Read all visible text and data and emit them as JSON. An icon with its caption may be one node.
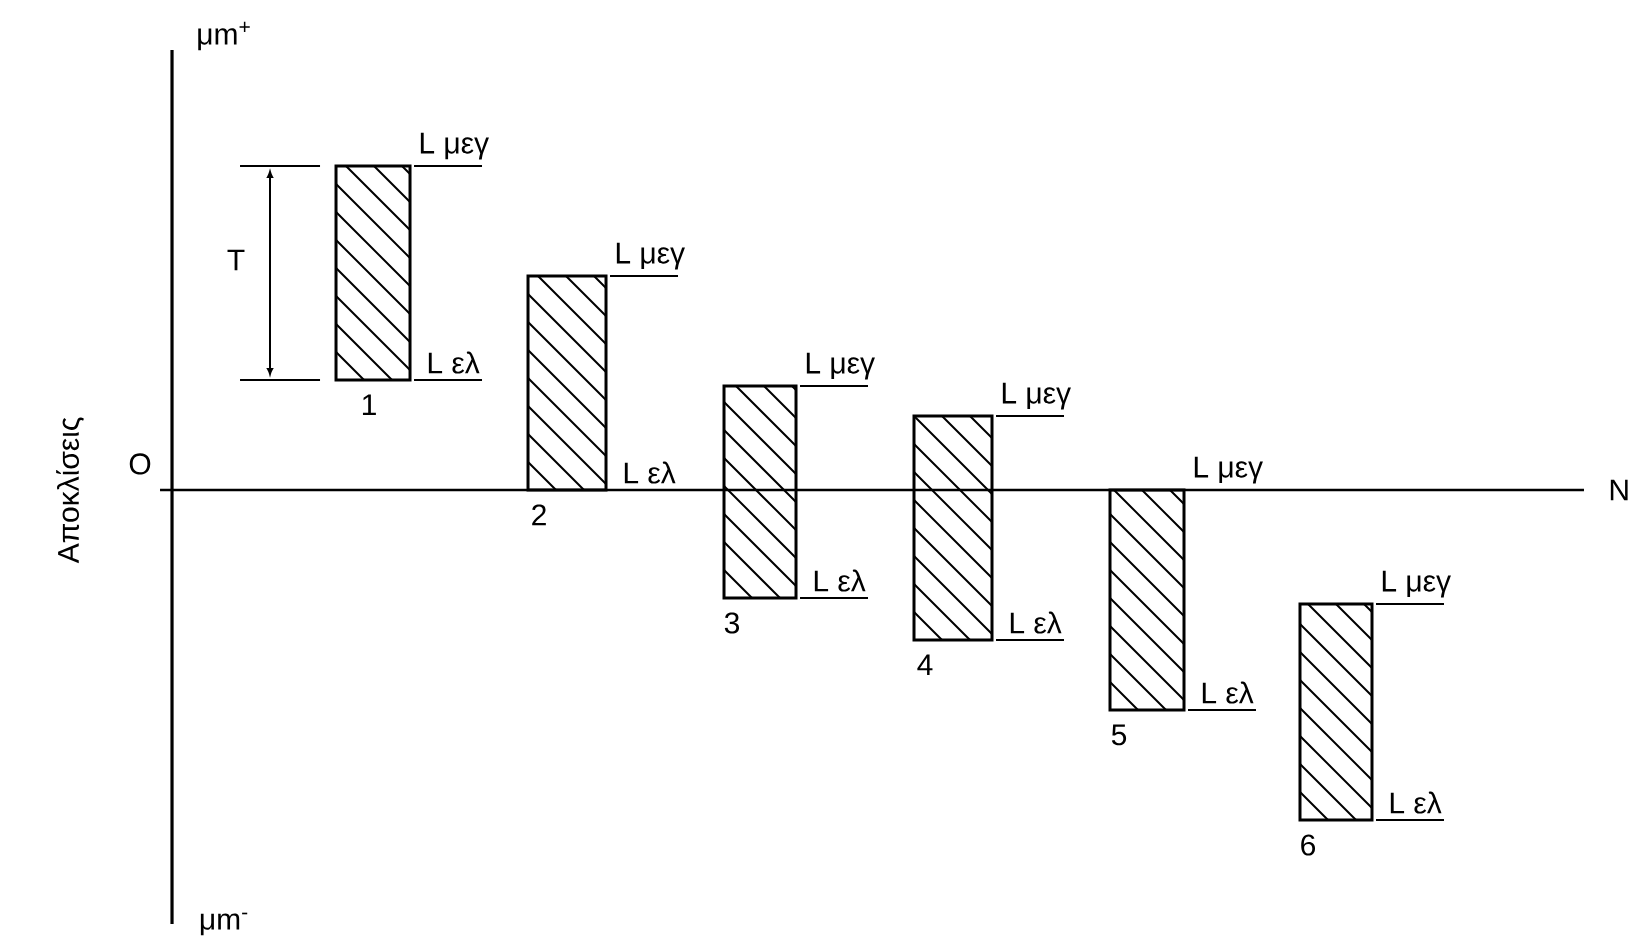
{
  "diagram": {
    "nodes": [
      {
        "text": [],
        "shape": "box",
        "beside": [
          "L μεγ",
          "L ελ",
          "1"
        ]
      },
      {
        "text": [],
        "shape": "box",
        "beside": [
          "L μεγ",
          "L ελ",
          "2"
        ]
      },
      {
        "text": [],
        "shape": "box",
        "beside": [
          "L μεγ",
          "L ελ",
          "3"
        ]
      },
      {
        "text": [],
        "shape": "box",
        "beside": [
          "L μεγ",
          "L ελ",
          "4"
        ]
      },
      {
        "text": [],
        "shape": "box",
        "beside": [
          "L μεγ",
          "L ελ",
          "5"
        ]
      },
      {
        "text": [],
        "shape": "box",
        "beside": [
          "L μεγ",
          "L ελ",
          "6"
        ]
      }
    ],
    "labels": [
      "μm$^{+}$",
      "T",
      "Αποκλίσεις",
      "O",
      "N",
      "μm$^{-}$"
    ]
  }
}
